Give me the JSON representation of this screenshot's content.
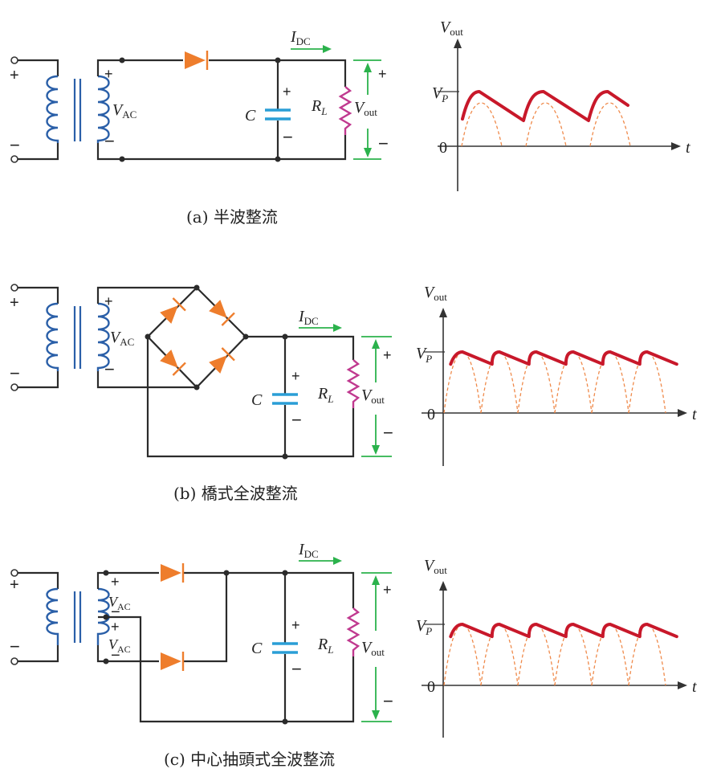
{
  "panels": [
    {
      "caption": "(a) 半波整流",
      "idc_label": "I",
      "idc_sub": "DC",
      "vac_label": "V",
      "vac_sub": "AC",
      "cap_label": "C",
      "rl_label": "R",
      "rl_sub": "L",
      "vout_label": "V",
      "vout_sub": "out",
      "plus": "+",
      "minus": "−",
      "graph": {
        "y_label": "V",
        "y_sub": "out",
        "vp_label": "V",
        "vp_sub": "P",
        "zero": "0",
        "x_label": "t",
        "ripple_cycles": 3
      }
    },
    {
      "caption": "(b) 橋式全波整流",
      "idc_label": "I",
      "idc_sub": "DC",
      "vac_label": "V",
      "vac_sub": "AC",
      "cap_label": "C",
      "rl_label": "R",
      "rl_sub": "L",
      "vout_label": "V",
      "vout_sub": "out",
      "plus": "+",
      "minus": "−",
      "graph": {
        "y_label": "V",
        "y_sub": "out",
        "vp_label": "V",
        "vp_sub": "P",
        "zero": "0",
        "x_label": "t",
        "ripple_cycles": 6
      }
    },
    {
      "caption": "(c) 中心抽頭式全波整流",
      "idc_label": "I",
      "idc_sub": "DC",
      "vac_label": "V",
      "vac_sub": "AC",
      "cap_label": "C",
      "rl_label": "R",
      "rl_sub": "L",
      "vout_label": "V",
      "vout_sub": "out",
      "plus": "+",
      "minus": "−",
      "graph": {
        "y_label": "V",
        "y_sub": "out",
        "vp_label": "V",
        "vp_sub": "P",
        "zero": "0",
        "x_label": "t",
        "ripple_cycles": 6
      }
    }
  ]
}
